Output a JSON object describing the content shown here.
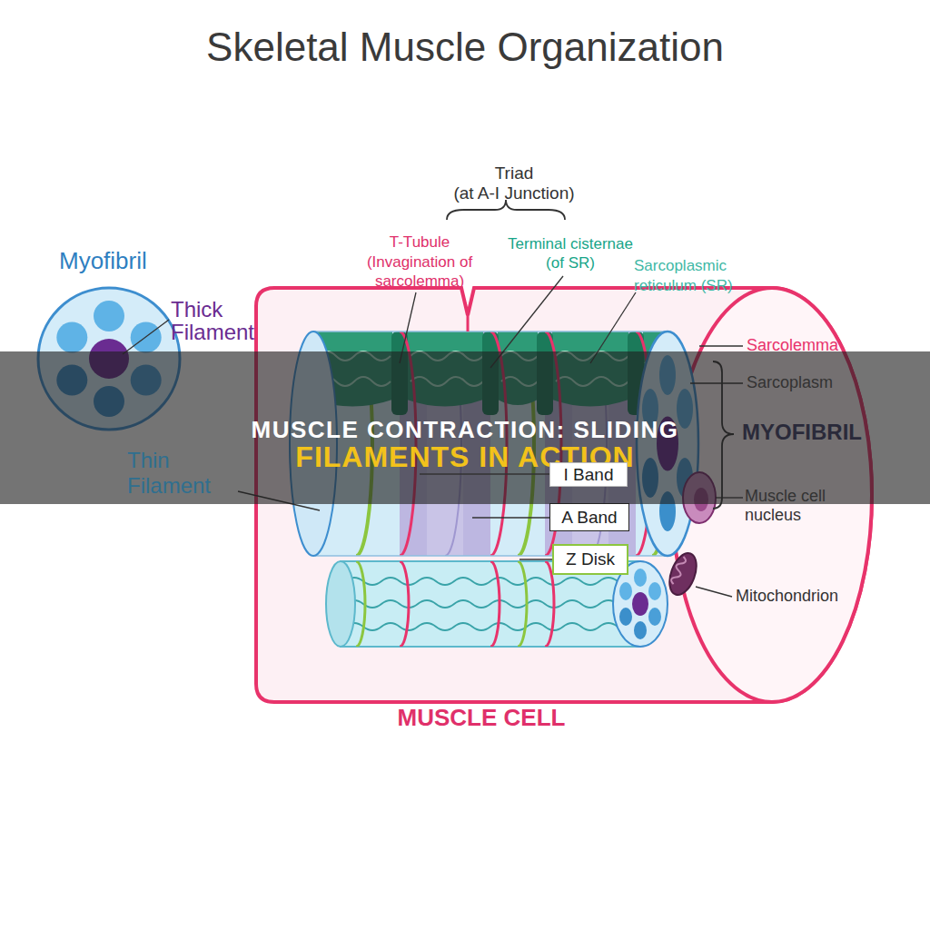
{
  "diagram": {
    "title": "Skeletal Muscle Organization",
    "nodes": [
      {
        "text": [
          "I Band"
        ]
      },
      {
        "text": [
          "A Band"
        ]
      },
      {
        "text": [
          "Z Disk"
        ]
      }
    ],
    "labels": [
      "Triad",
      "(at A-I Junction)",
      "T-Tubule",
      "(Invagination of sarcolemma)",
      "Terminal cisternae",
      "(of SR)",
      "Sarcoplasmic reticulum (SR)",
      "Myofibril",
      "Thick Filament",
      "Sarcolemma",
      "Sarcoplasm",
      "MYOFIBRIL",
      "MUSCLE CONTRACTION: SLIDING",
      "FILAMENTS IN ACTION",
      "Thin Filament",
      "Muscle cell nucleus",
      "Mitochondrion",
      "MUSCLE CELL"
    ]
  }
}
